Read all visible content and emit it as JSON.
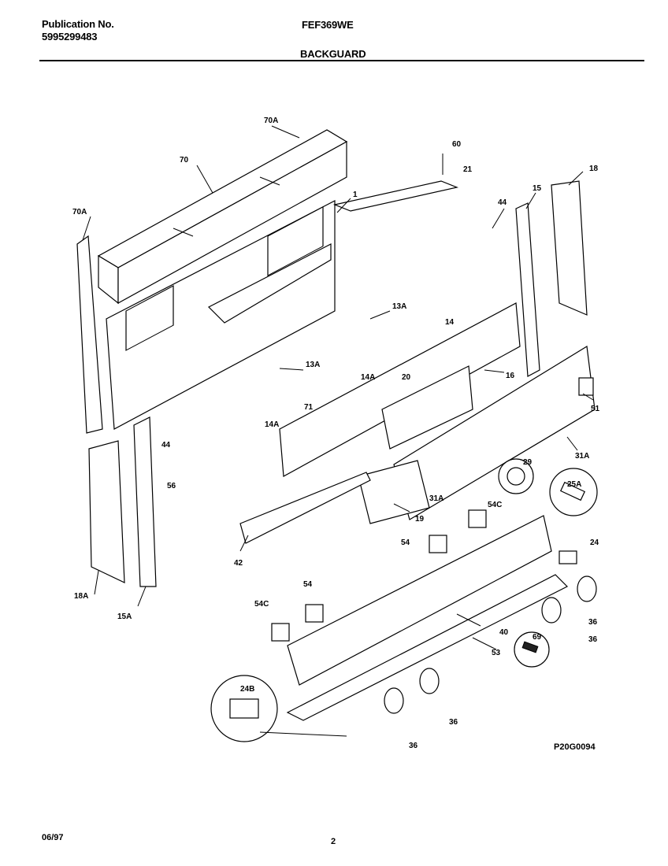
{
  "header": {
    "publication_label": "Publication No.",
    "publication_number": "5995299483",
    "model": "FEF369WE",
    "section_title": "BACKGUARD"
  },
  "callouts": [
    "70A",
    "70",
    "1",
    "60",
    "21",
    "70A",
    "44",
    "15",
    "18",
    "13A",
    "14",
    "13A",
    "14A",
    "20",
    "16",
    "14A",
    "71",
    "44",
    "56",
    "51",
    "29",
    "31A",
    "25A",
    "31A",
    "19",
    "54C",
    "42",
    "54",
    "24",
    "18A",
    "15A",
    "54",
    "54C",
    "36",
    "36",
    "40",
    "53",
    "69",
    "24B",
    "36",
    "36"
  ],
  "footer": {
    "drawing_code": "P20G0094",
    "date": "06/97",
    "page_number": "2"
  }
}
